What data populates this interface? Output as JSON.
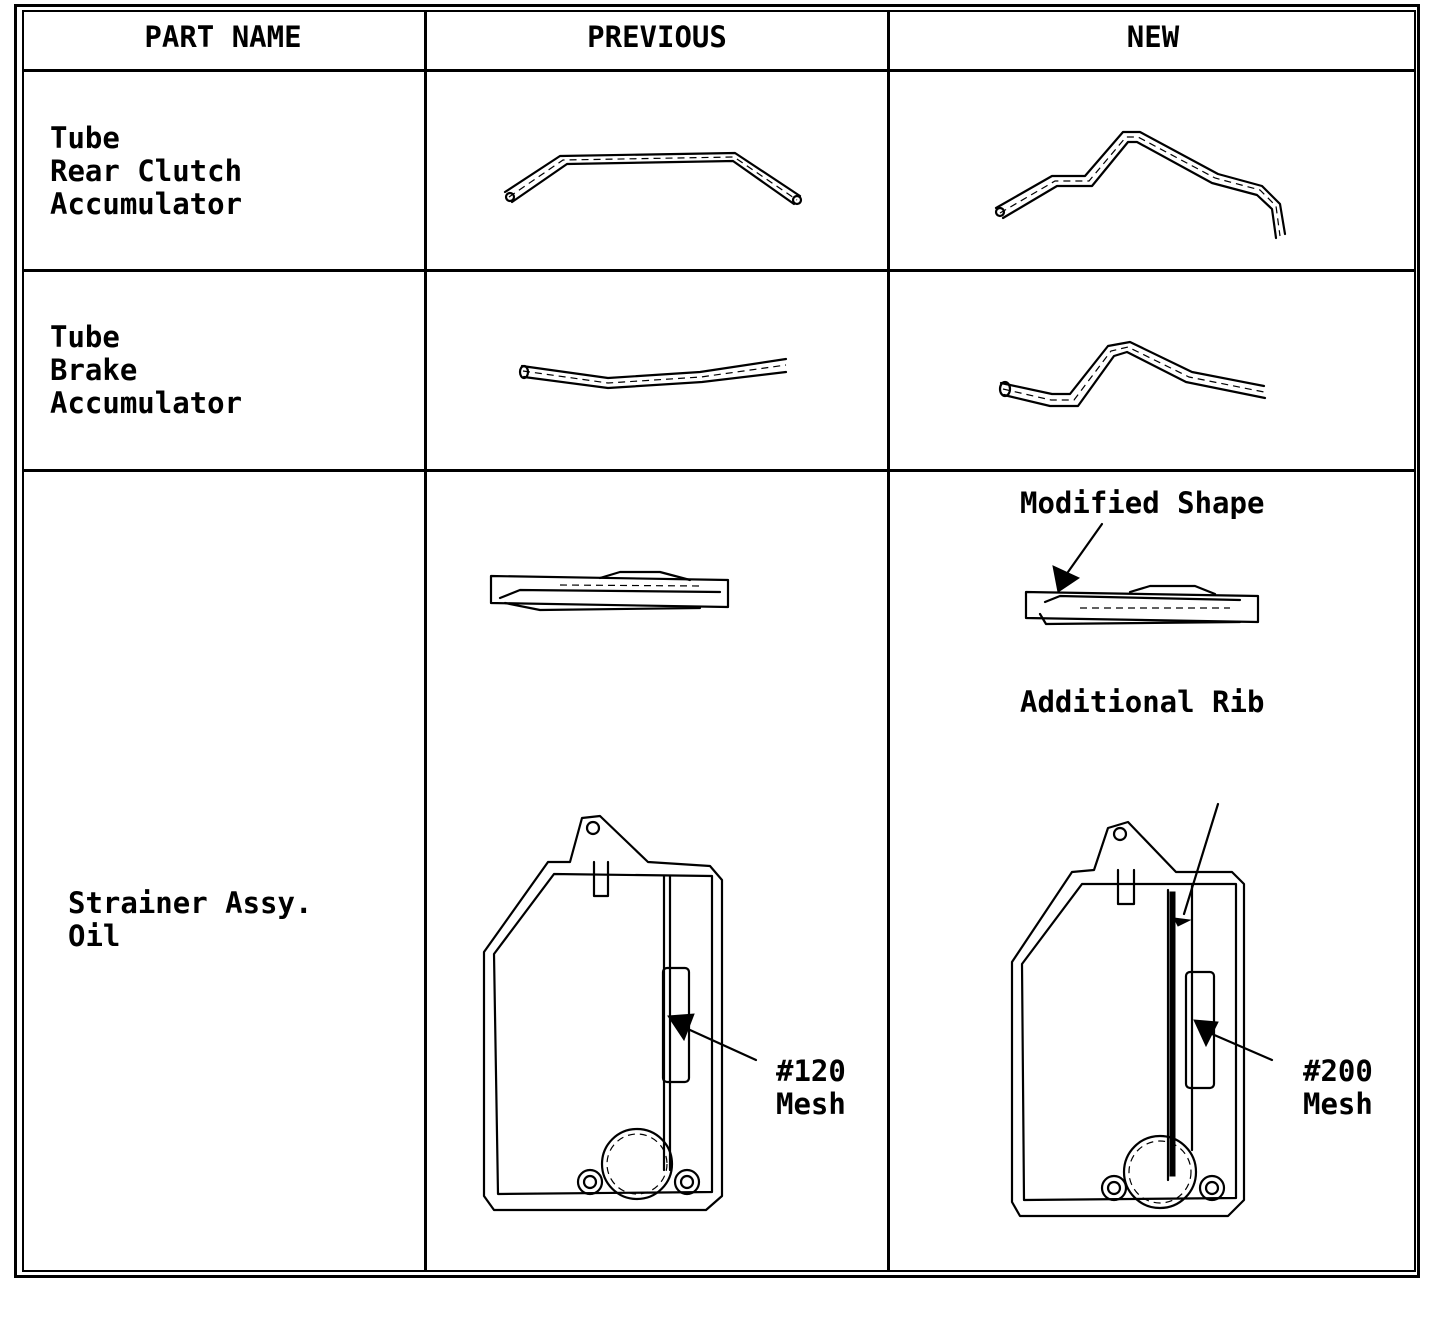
{
  "headers": {
    "part_name": "PART NAME",
    "previous": "PREVIOUS",
    "new": "NEW"
  },
  "rows": [
    {
      "part_lines": [
        "Tube",
        "Rear Clutch",
        "Accumulator"
      ]
    },
    {
      "part_lines": [
        "Tube",
        "Brake",
        "Accumulator"
      ]
    },
    {
      "part_lines": [
        "Strainer Assy.",
        "Oil"
      ]
    }
  ],
  "annotations": {
    "modified_shape": "Modified Shape",
    "additional_rib": "Additional Rib",
    "prev_mesh_num": "#120",
    "prev_mesh_word": "Mesh",
    "new_mesh_num": "#200",
    "new_mesh_word": "Mesh"
  }
}
